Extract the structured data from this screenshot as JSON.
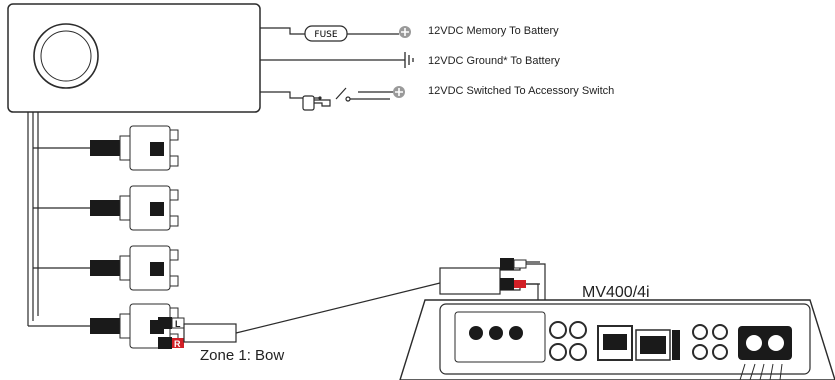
{
  "head_unit": {
    "name": ""
  },
  "power_connections": [
    {
      "label": "12VDC Memory To Battery",
      "device": "fuse",
      "device_label": "FUSE",
      "terminal": "plus-terminal"
    },
    {
      "label": "12VDC Ground* To Battery",
      "device": "ground",
      "device_label": "",
      "terminal": "ground-symbol"
    },
    {
      "label": "12VDC Switched To Accessory Switch",
      "device": "key-switch",
      "device_label": "",
      "terminal": "plus-terminal"
    }
  ],
  "rca_harness": {
    "zone_label": "Zone 1: Bow",
    "left_tag": "L",
    "right_tag": "R",
    "connector_groups": 4
  },
  "amplifier": {
    "model": "MV400/4i"
  },
  "colors": {
    "line": "#2b2b2b",
    "fill_dark": "#1a1a1a",
    "accent_red": "#d21f26",
    "body": "#ffffff"
  }
}
